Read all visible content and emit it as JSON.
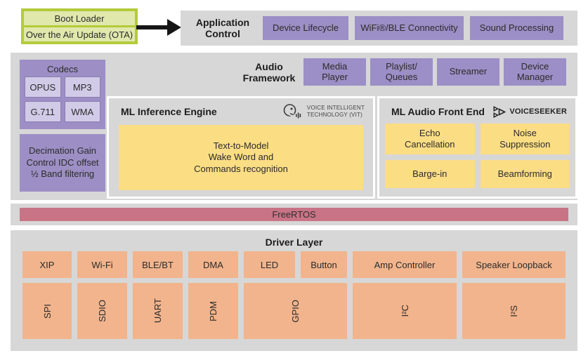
{
  "palette": {
    "panel_gray": "#d7d7d7",
    "purple": "#9c8ec6",
    "light_purple": "#d2cbe8",
    "yellow": "#fbdd84",
    "orange": "#f2b48c",
    "rose": "#c97486",
    "green": "#b3cb3b",
    "light_green": "#e0e8ac"
  },
  "boot": {
    "items": [
      "Boot Loader",
      "Over the Air Update (OTA)"
    ]
  },
  "application_control": {
    "title": "Application\nControl",
    "boxes": [
      "Device Lifecycle",
      "WiFi®/BLE Connectivity",
      "Sound Processing"
    ]
  },
  "audio_framework": {
    "title": "Audio\nFramework",
    "codecs": {
      "title": "Codecs",
      "items": [
        "OPUS",
        "MP3",
        "G.711",
        "WMA"
      ]
    },
    "decimation": "Decimation Gain Control IDC offset ½ Band filtering",
    "boxes": [
      "Media\nPlayer",
      "Playlist/\nQueues",
      "Streamer",
      "Device\nManager"
    ],
    "ml_inference": {
      "title": "ML Inference Engine",
      "logo_text": "VOICE INTELLIGENT\nTECHNOLOGY (VIT)",
      "content": "Text-to-Model\nWake Word and\nCommands recognition"
    },
    "ml_audio_front_end": {
      "title": "ML Audio Front End",
      "logo_text": "VOICESEEKER",
      "boxes": [
        "Echo\nCancellation",
        "Noise\nSuppression",
        "Barge-in",
        "Beamforming"
      ]
    }
  },
  "freertos": {
    "label": "FreeRTOS"
  },
  "driver_layer": {
    "title": "Driver Layer",
    "top_row": [
      "XIP",
      "Wi-Fi",
      "BLE/BT",
      "DMA",
      "LED",
      "Button",
      "Amp Controller",
      "Speaker Loopback"
    ],
    "bottom_row": [
      "SPI",
      "SDIO",
      "UART",
      "PDM",
      "GPIO",
      "I²C",
      "I²S"
    ]
  }
}
